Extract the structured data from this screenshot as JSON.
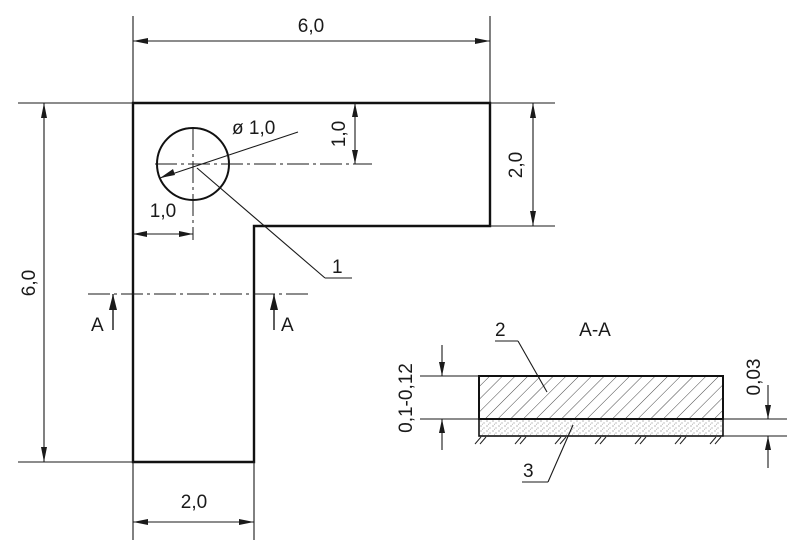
{
  "dimensions": {
    "top_width": "6,0",
    "left_height": "6,0",
    "right_height": "2,0",
    "hole_offset_y": "1,0",
    "hole_offset_x": "1,0",
    "hole_diameter": "ø 1,0",
    "bottom_width": "2,0",
    "section_layer_thickness": "0,1-0,12",
    "section_top_layer": "0,03"
  },
  "callouts": {
    "part_1": "1",
    "part_2": "2",
    "part_3": "3"
  },
  "section": {
    "left_marker": "A",
    "right_marker": "A",
    "title": "A-A"
  }
}
